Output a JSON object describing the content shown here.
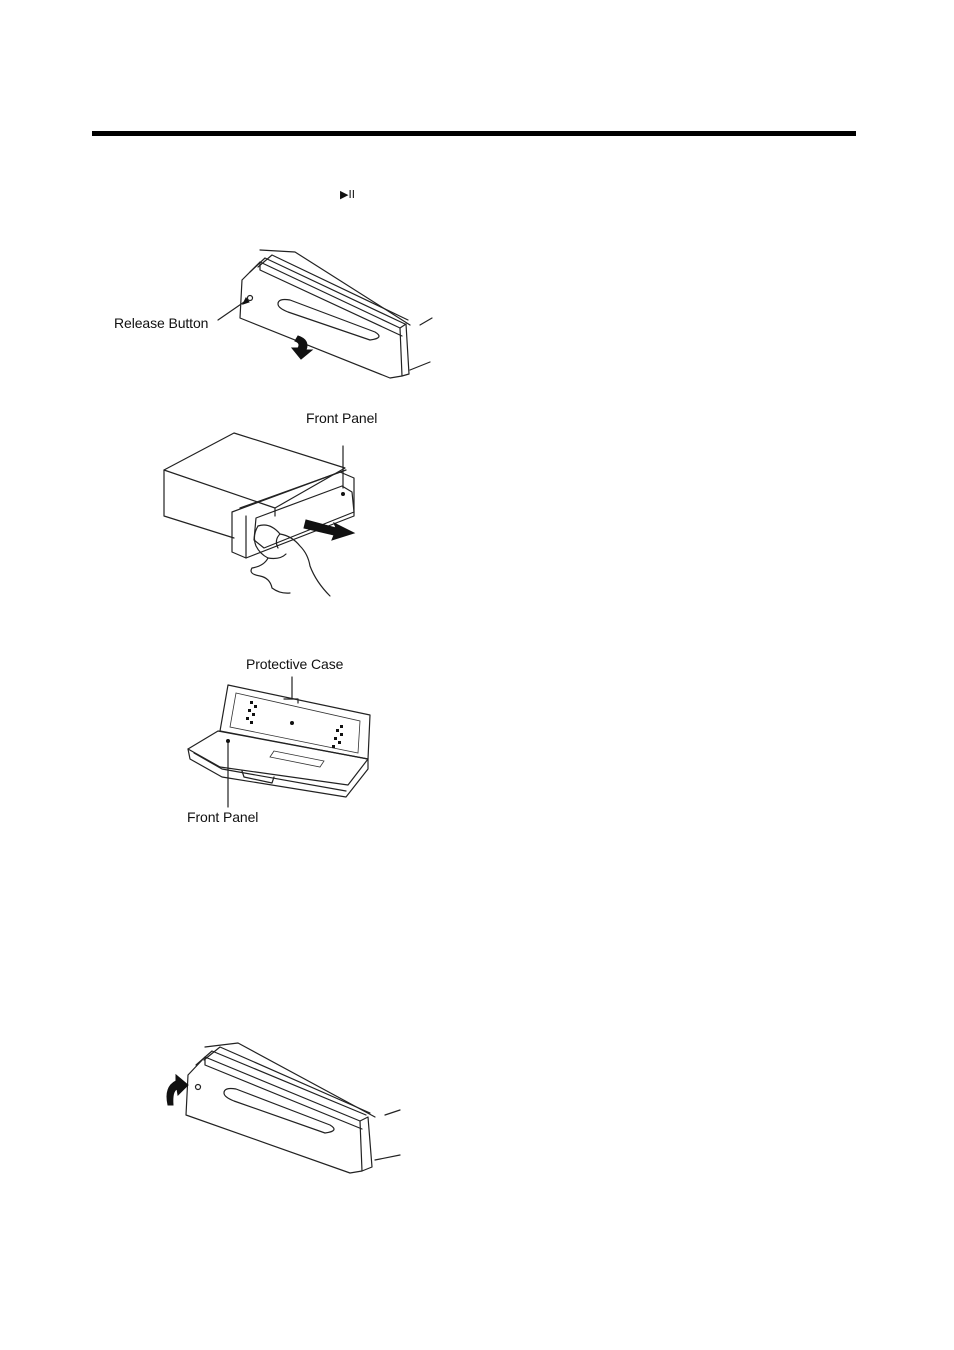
{
  "header": {
    "play_pause_glyph": "▶II"
  },
  "figures": {
    "release": {
      "release_button_label": "Release Button"
    },
    "remove": {
      "front_panel_label": "Front Panel"
    },
    "case": {
      "protective_case_label": "Protective Case",
      "front_panel_label": "Front Panel"
    }
  },
  "icons": [
    "play-pause-icon",
    "rotate-arrow-icon",
    "pull-arrow-icon"
  ]
}
